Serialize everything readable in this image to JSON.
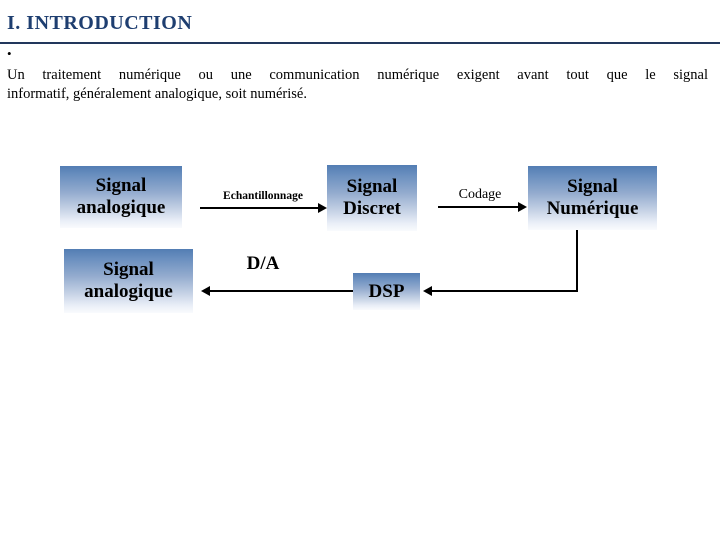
{
  "header": {
    "title": "I. INTRODUCTION",
    "bullet": "•"
  },
  "body": {
    "paragraph_line1": "Un traitement numérique ou une communication numérique exigent avant tout que le signal",
    "paragraph_line2": "informatif, généralement analogique, soit numérisé."
  },
  "diagram": {
    "boxes": {
      "analog_top": "Signal\nanalogique",
      "discret": "Signal\nDiscret",
      "numerique": "Signal\nNumérique",
      "analog_bottom": "Signal\nanalogique",
      "dsp": "DSP"
    },
    "arrows": {
      "echantillonnage": "Echantillonnage",
      "codage": "Codage",
      "da": "D/A"
    }
  },
  "colors": {
    "title_text": "#1e3e70",
    "divider": "#22375c",
    "body_text": "#000000",
    "box_gradient_top": "#537db3",
    "box_gradient_bottom": "#f9fbfd",
    "arrow": "#000000"
  }
}
